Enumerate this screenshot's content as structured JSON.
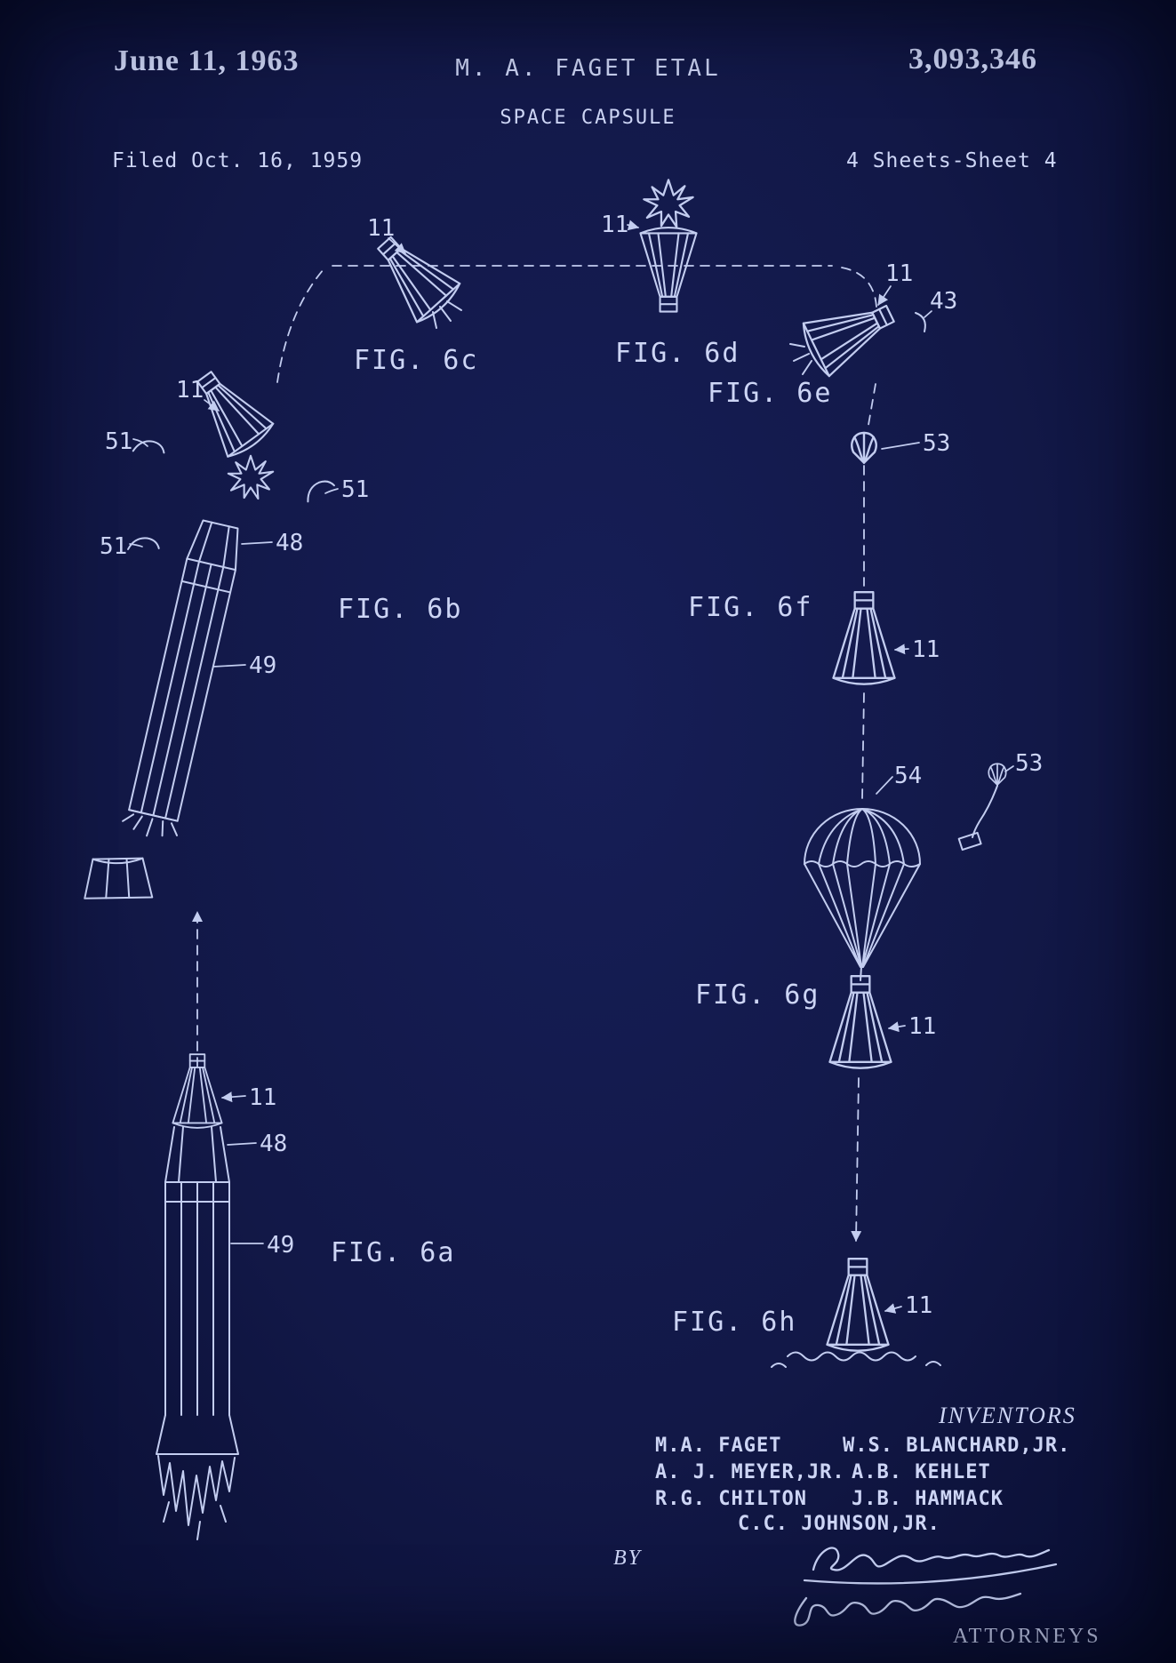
{
  "page": {
    "background": "#121847",
    "ink": "#cdd5f5",
    "kind": "patent drawing sheet"
  },
  "header": {
    "date": "June 11, 1963",
    "author": "M. A. FAGET ETAL",
    "doc_title": "SPACE CAPSULE",
    "patent_number": "3,093,346",
    "filed": "Filed Oct. 16, 1959",
    "sheet": "4 Sheets-Sheet 4"
  },
  "figures": [
    {
      "id": "6c",
      "label": "FIG. 6c"
    },
    {
      "id": "6d",
      "label": "FIG. 6d"
    },
    {
      "id": "6e",
      "label": "FIG. 6e"
    },
    {
      "id": "6b",
      "label": "FIG. 6b"
    },
    {
      "id": "6f",
      "label": "FIG. 6f"
    },
    {
      "id": "6g",
      "label": "FIG. 6g"
    },
    {
      "id": "6a",
      "label": "FIG. 6a"
    },
    {
      "id": "6h",
      "label": "FIG. 6h"
    }
  ],
  "reference_numerals": [
    {
      "fig": "6c",
      "text": "11"
    },
    {
      "fig": "6d",
      "text": "11"
    },
    {
      "fig": "6e",
      "text": "11"
    },
    {
      "fig": "6e",
      "text": "43"
    },
    {
      "fig": "6b",
      "text": "11"
    },
    {
      "fig": "6b",
      "text": "51"
    },
    {
      "fig": "6b",
      "text": "51"
    },
    {
      "fig": "6b",
      "text": "51"
    },
    {
      "fig": "6b",
      "text": "48"
    },
    {
      "fig": "6b",
      "text": "49"
    },
    {
      "fig": "6f",
      "text": "53"
    },
    {
      "fig": "6f",
      "text": "11"
    },
    {
      "fig": "6g",
      "text": "54"
    },
    {
      "fig": "6g",
      "text": "53"
    },
    {
      "fig": "6g",
      "text": "11"
    },
    {
      "fig": "6a",
      "text": "11"
    },
    {
      "fig": "6a",
      "text": "48"
    },
    {
      "fig": "6a",
      "text": "49"
    },
    {
      "fig": "6h",
      "text": "11"
    }
  ],
  "footer": {
    "inventors_heading": "INVENTORS",
    "names_left": [
      "M.A. FAGET",
      "A. J. MEYER,JR.",
      "R.G. CHILTON"
    ],
    "names_right": [
      "W.S. BLANCHARD,JR.",
      "A.B. KEHLET",
      "J.B. HAMMACK"
    ],
    "name_center": "C.C. JOHNSON,JR.",
    "by": "BY",
    "attorneys": "ATTORNEYS"
  }
}
